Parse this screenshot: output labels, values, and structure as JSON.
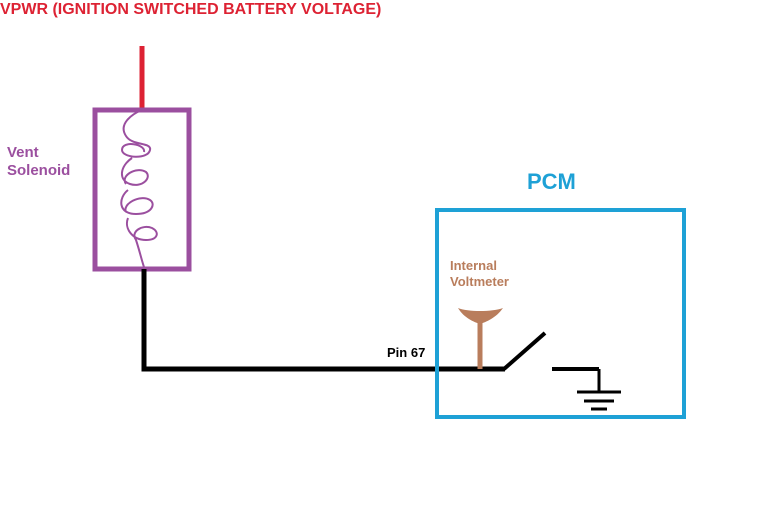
{
  "labels": {
    "vpwr": "VPWR (IGNITION SWITCHED BATTERY VOLTAGE)",
    "vent_solenoid_line1": "Vent",
    "vent_solenoid_line2": "Solenoid",
    "pcm": "PCM",
    "internal_voltmeter_line1": "Internal",
    "internal_voltmeter_line2": "Voltmeter",
    "pin": "Pin 67"
  },
  "colors": {
    "vpwr": "#dd2233",
    "solenoid": "#9b4f9f",
    "pcm": "#1ea1d6",
    "voltmeter": "#b97d5c",
    "wire": "#000000"
  },
  "icons": {
    "ground": "ground-symbol-icon",
    "switch": "open-switch-icon",
    "coil": "coil-icon"
  }
}
